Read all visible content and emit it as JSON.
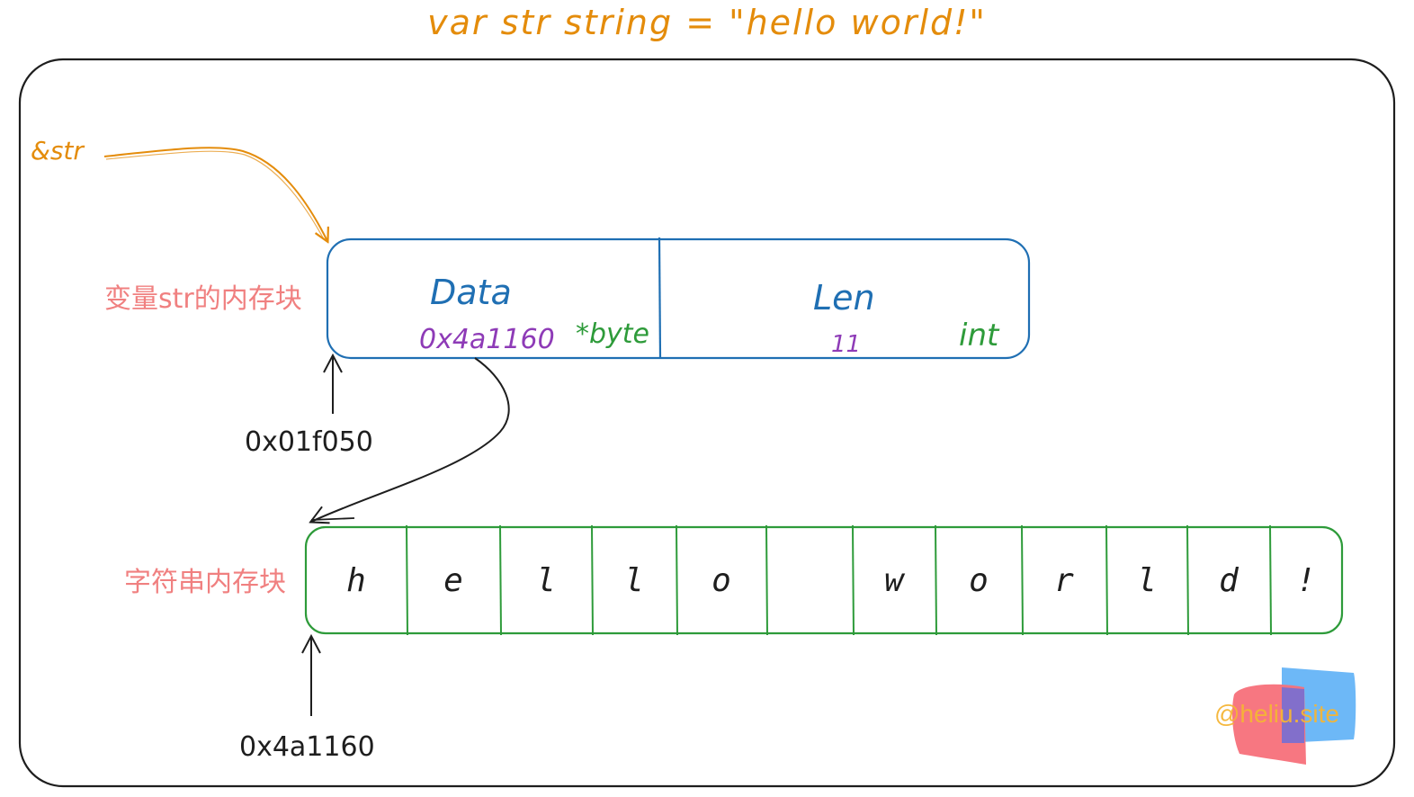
{
  "title": "var str string = \"hello world!\"",
  "pointer_label": "&str",
  "variable_block": {
    "label": "变量str的内存块",
    "address": "0x01f050",
    "data_field": {
      "name": "Data",
      "value": "0x4a1160",
      "type": "*byte"
    },
    "len_field": {
      "name": "Len",
      "value": "11",
      "type": "int"
    }
  },
  "string_block": {
    "label": "字符串内存块",
    "address": "0x4a1160",
    "cells": [
      "h",
      "e",
      "l",
      "l",
      "o",
      " ",
      "w",
      "o",
      "r",
      "l",
      "d",
      "!"
    ]
  },
  "watermark": "@heliu.site",
  "colors": {
    "title": "#e48c0b",
    "struct_border": "#1f6fb3",
    "bytes_border": "#2e9b3a",
    "label": "#f08080",
    "value": "#8e3bb7",
    "type": "#2e9b3a",
    "logo_red": "#f7707a",
    "logo_blue": "#6db8f7"
  }
}
